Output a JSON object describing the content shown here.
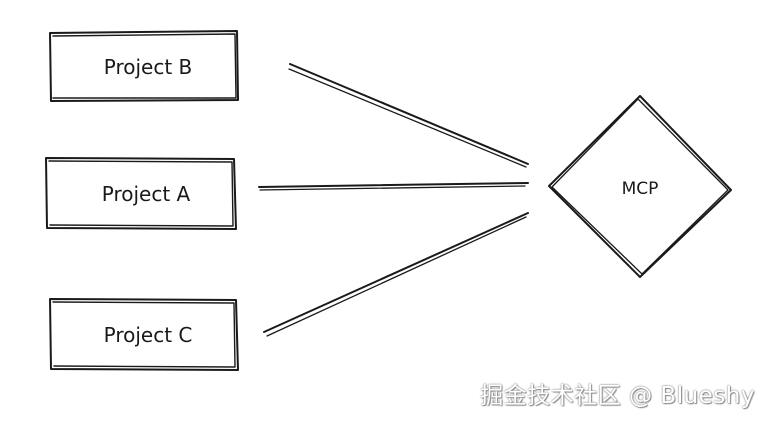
{
  "nodes": {
    "project_b": {
      "label": "Project B"
    },
    "project_a": {
      "label": "Project A"
    },
    "project_c": {
      "label": "Project C"
    },
    "mcp": {
      "label": "MCP"
    }
  },
  "edges": [
    {
      "from": "project_b",
      "to": "mcp"
    },
    {
      "from": "project_a",
      "to": "mcp"
    },
    {
      "from": "project_c",
      "to": "mcp"
    }
  ],
  "watermark": {
    "text": "掘金技术社区 @ Blueshy"
  },
  "colors": {
    "stroke": "#1a1a1a",
    "background": "#ffffff"
  }
}
